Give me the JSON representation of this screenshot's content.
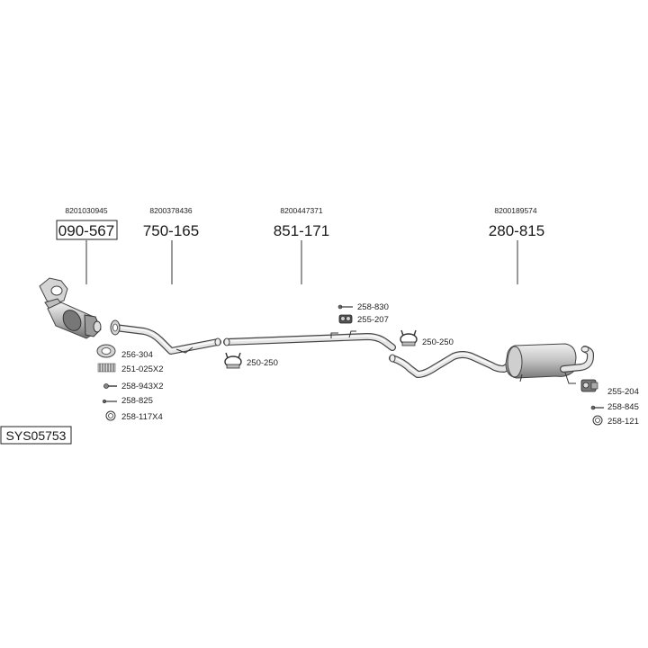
{
  "diagram": {
    "system_code": "SYS05753",
    "main_parts": [
      {
        "part_number": "090-567",
        "oem_number": "8201030945",
        "boxed": true
      },
      {
        "part_number": "750-165",
        "oem_number": "8200378436",
        "boxed": false
      },
      {
        "part_number": "851-171",
        "oem_number": "8200447371",
        "boxed": false
      },
      {
        "part_number": "280-815",
        "oem_number": "8200189574",
        "boxed": false
      }
    ],
    "accessories": {
      "a_256_304": "256-304",
      "a_251_025": "251-025X2",
      "a_258_943": "258-943X2",
      "a_258_825": "258-825",
      "a_258_117": "258-117X4",
      "clamp_left": "250-250",
      "a_258_830": "258-830",
      "a_255_207": "255-207",
      "clamp_right": "250-250",
      "a_255_204": "255-204",
      "a_258_845": "258-845",
      "a_258_121": "258-121"
    }
  }
}
